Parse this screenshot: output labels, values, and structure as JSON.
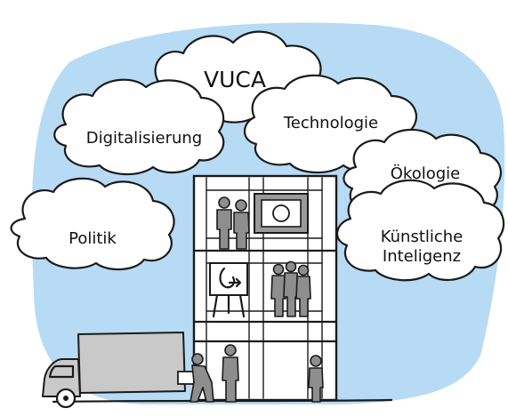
{
  "colors": {
    "sky": "#b7dbf4",
    "cloud_fill": "#ffffff",
    "ink": "#1a1a1a",
    "people": "#8e8e8e",
    "truck": "#c9c9c9"
  },
  "clouds": {
    "vuca": "VUCA",
    "digitalisierung": "Digitalisierung",
    "technologie": "Technologie",
    "oekologie": "Ökologie",
    "politik": "Politik",
    "ki_line1": "Künstliche",
    "ki_line2": "Inteligenz"
  }
}
